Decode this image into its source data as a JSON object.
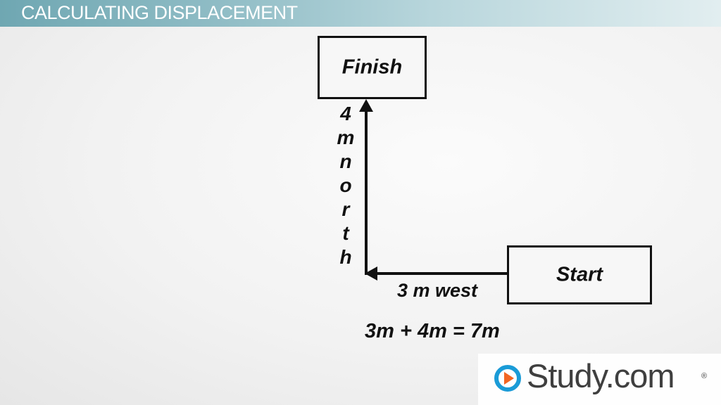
{
  "title": "CALCULATING DISPLACEMENT",
  "diagram": {
    "finish_label": "Finish",
    "start_label": "Start",
    "north_label_chars": [
      "4",
      "m",
      "n",
      "o",
      "r",
      "t",
      "h"
    ],
    "west_label": "3 m west",
    "equation": "3m + 4m = 7m"
  },
  "logo": {
    "icon": "play-circle-icon",
    "text": "Study.com",
    "registered": "®",
    "colors": {
      "ring": "#1a9bd7",
      "play": "#f26522"
    }
  },
  "colors": {
    "title_bar": "#8fbcc5",
    "line": "#111111"
  }
}
